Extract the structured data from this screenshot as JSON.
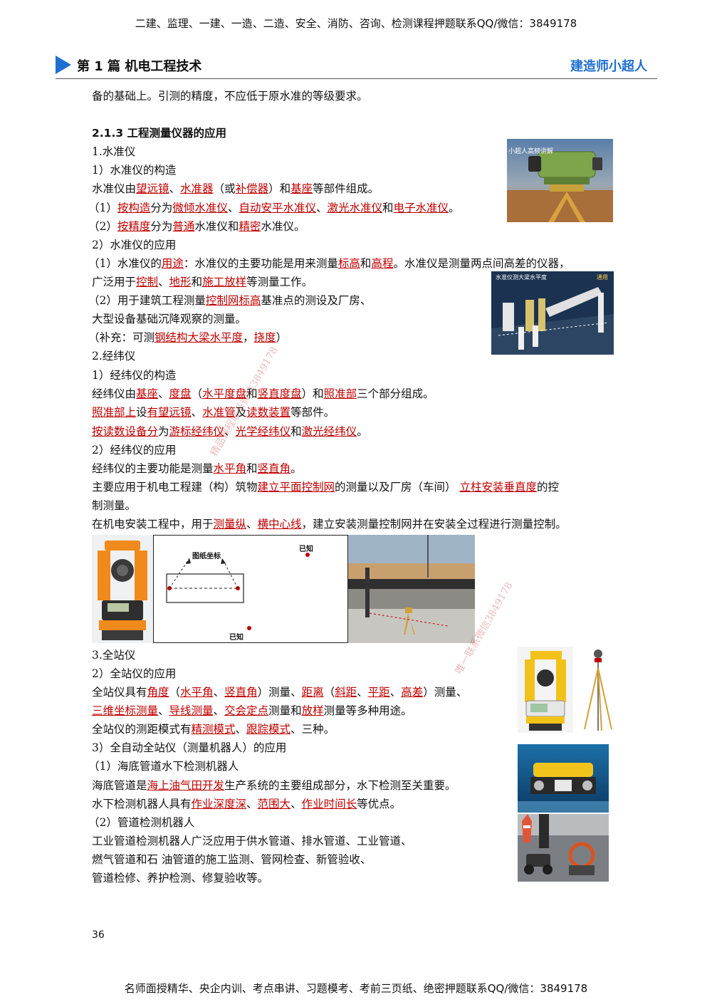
{
  "top_banner": "二建、监理、一建、一造、二造、安全、消防、咨询、检测课程押题联系QQ/微信：3849178",
  "header": {
    "chapter": "第 1 篇  机电工程技术",
    "brand": "建造师小超人"
  },
  "lines": {
    "l1": [
      {
        "t": "备的基础上。引测的精度，不应低于原水准的等级要求。"
      }
    ],
    "section": [
      {
        "t": "2.1.3       工程测量仪器的应用"
      }
    ],
    "l2": [
      {
        "t": "1.水准仪"
      }
    ],
    "l3": [
      {
        "t": "1）水准仪的构造"
      }
    ],
    "l4": [
      {
        "t": "水准仪由"
      },
      {
        "t": "望远镜",
        "h": true
      },
      {
        "t": "、"
      },
      {
        "t": "水准器",
        "h": true
      },
      {
        "t": "（或"
      },
      {
        "t": "补偿器",
        "h": true
      },
      {
        "t": "）和"
      },
      {
        "t": "基座",
        "h": true
      },
      {
        "t": "等部件组成。"
      }
    ],
    "l5": [
      {
        "t": "（1）"
      },
      {
        "t": "按构造",
        "h": true
      },
      {
        "t": "分为"
      },
      {
        "t": "微倾水准仪",
        "h": true
      },
      {
        "t": "、"
      },
      {
        "t": "自动安平水准仪",
        "h": true
      },
      {
        "t": "、"
      },
      {
        "t": "激光水准仪",
        "h": true
      },
      {
        "t": "和"
      },
      {
        "t": "电子水准仪",
        "h": true
      },
      {
        "t": "。"
      }
    ],
    "l6": [
      {
        "t": "（2）"
      },
      {
        "t": "按精度",
        "h": true
      },
      {
        "t": "分为"
      },
      {
        "t": "普通",
        "h": true
      },
      {
        "t": "水准仪和"
      },
      {
        "t": "精密",
        "h": true
      },
      {
        "t": "水准仪。"
      }
    ],
    "l7": [
      {
        "t": "2）水准仪的应用"
      }
    ],
    "l8": [
      {
        "t": "（1）水准仪的"
      },
      {
        "t": "用途",
        "h": true
      },
      {
        "t": "：水准仪的主要功能是用来测量"
      },
      {
        "t": "标高",
        "h": true
      },
      {
        "t": "和"
      },
      {
        "t": "高程",
        "h": true
      },
      {
        "t": "。水准仪是测量两点间高差的仪器，"
      }
    ],
    "l9": [
      {
        "t": "广泛用于"
      },
      {
        "t": "控制",
        "h": true
      },
      {
        "t": "、"
      },
      {
        "t": "地形",
        "h": true
      },
      {
        "t": "和"
      },
      {
        "t": "施工放样",
        "h": true
      },
      {
        "t": "等测量工作。"
      }
    ],
    "l10": [
      {
        "t": "（2）用于建筑工程测量"
      },
      {
        "t": "控制网标高",
        "h": true
      },
      {
        "t": "基准点的测设及厂房、"
      }
    ],
    "l11": [
      {
        "t": "大型设备基础沉降观察的测量。"
      }
    ],
    "l12": [
      {
        "t": "（补充：可测"
      },
      {
        "t": "钢结构大梁水平度",
        "h": true
      },
      {
        "t": "，"
      },
      {
        "t": "挠度",
        "h": true
      },
      {
        "t": "）"
      }
    ],
    "l13": [
      {
        "t": "2.经纬仪"
      }
    ],
    "l14": [
      {
        "t": "1）经纬仪的构造"
      }
    ],
    "l15": [
      {
        "t": "经纬仪由"
      },
      {
        "t": "基座",
        "h": true
      },
      {
        "t": "、"
      },
      {
        "t": "度盘",
        "h": true
      },
      {
        "t": "（"
      },
      {
        "t": "水平度盘",
        "h": true
      },
      {
        "t": "和"
      },
      {
        "t": "竖直度盘",
        "h": true
      },
      {
        "t": "）和"
      },
      {
        "t": "照准部",
        "h": true
      },
      {
        "t": "三个部分组成。"
      }
    ],
    "l16": [
      {
        "t": "照准部上",
        "h": true
      },
      {
        "t": "设"
      },
      {
        "t": "有望远镜",
        "h": true
      },
      {
        "t": "、"
      },
      {
        "t": "水准管",
        "h": true
      },
      {
        "t": "及"
      },
      {
        "t": "读数装置",
        "h": true
      },
      {
        "t": "等部件。"
      }
    ],
    "l17": [
      {
        "t": "按读数设备分",
        "h": true
      },
      {
        "t": "为"
      },
      {
        "t": "游标经纬仪",
        "h": true
      },
      {
        "t": "、"
      },
      {
        "t": "光学经纬仪",
        "h": true
      },
      {
        "t": "和"
      },
      {
        "t": "激光经纬仪",
        "h": true
      },
      {
        "t": "。"
      }
    ],
    "l18": [
      {
        "t": "2）经纬仪的应用"
      }
    ],
    "l19": [
      {
        "t": "经纬仪的主要功能是测量"
      },
      {
        "t": "水平角",
        "h": true
      },
      {
        "t": "和"
      },
      {
        "t": "竖直角",
        "h": true
      },
      {
        "t": "。"
      }
    ],
    "l20": [
      {
        "t": "主要应用于机电工程建（构）筑物"
      },
      {
        "t": "建立平面控制网",
        "h": true
      },
      {
        "t": "的测量以及厂房（车间）  "
      },
      {
        "t": "立柱安装垂直度",
        "h": true
      },
      {
        "t": "的控"
      }
    ],
    "l21": [
      {
        "t": "制测量。"
      }
    ],
    "l22": [
      {
        "t": "在机电安装工程中，用于"
      },
      {
        "t": "测量纵",
        "h": true
      },
      {
        "t": "、"
      },
      {
        "t": "横中心线",
        "h": true
      },
      {
        "t": "，建立安装测量控制网并在安装全过程进行测量控制。"
      }
    ],
    "l23": [
      {
        "t": "3.全站仪"
      }
    ],
    "l24": [
      {
        "t": "2）全站仪的应用"
      }
    ],
    "l25": [
      {
        "t": "全站仪具有"
      },
      {
        "t": "角度",
        "h": true
      },
      {
        "t": "（"
      },
      {
        "t": "水平角",
        "h": true
      },
      {
        "t": "、"
      },
      {
        "t": "竖直角",
        "h": true
      },
      {
        "t": "）测量、"
      },
      {
        "t": "距离",
        "h": true
      },
      {
        "t": "（"
      },
      {
        "t": "斜距",
        "h": true
      },
      {
        "t": "、"
      },
      {
        "t": "平距",
        "h": true
      },
      {
        "t": "、"
      },
      {
        "t": "高差",
        "h": true
      },
      {
        "t": "）测量、"
      }
    ],
    "l26": [
      {
        "t": "三维坐标测量",
        "h": true
      },
      {
        "t": "、"
      },
      {
        "t": "导线测量",
        "h": true
      },
      {
        "t": "、"
      },
      {
        "t": "交会定点",
        "h": true
      },
      {
        "t": "测量和"
      },
      {
        "t": "放样",
        "h": true
      },
      {
        "t": "测量等多种用途。"
      }
    ],
    "l27": [
      {
        "t": "全站仪的测距模式有"
      },
      {
        "t": "精测模式",
        "h": true
      },
      {
        "t": "、"
      },
      {
        "t": "跟踪模式",
        "h": true
      },
      {
        "t": "、三种。"
      }
    ],
    "l28": [
      {
        "t": "3）全自动全站仪（测量机器人）的应用"
      }
    ],
    "l29": [
      {
        "t": "（1）海底管道水下检测机器人"
      }
    ],
    "l30": [
      {
        "t": "海底管道是"
      },
      {
        "t": "海上油气田开发",
        "h": true
      },
      {
        "t": "生产系统的主要组成部分，水下检测至关重要。"
      }
    ],
    "l31": [
      {
        "t": "水下检测机器人具有"
      },
      {
        "t": "作业深度深",
        "h": true
      },
      {
        "t": "、"
      },
      {
        "t": "范围大",
        "h": true
      },
      {
        "t": "、"
      },
      {
        "t": "作业时间长",
        "h": true
      },
      {
        "t": "等优点。"
      }
    ],
    "l32": [
      {
        "t": "（2）管道检测机器人"
      }
    ],
    "l33": [
      {
        "t": "工业管道检测机器人广泛应用于供水管道、排水管道、工业管道、"
      }
    ],
    "l34": [
      {
        "t": "燃气管道和石  油管道的施工监测、管网检查、新管验收、"
      }
    ],
    "l35": [
      {
        "t": "管道检修、养护检测、修复验收等。"
      }
    ]
  },
  "images": {
    "level_caption": "小超人高频讲解",
    "scene_caption": "水准仪测大梁水平度",
    "scene_tag": "通用",
    "diagram_label_top": "图纸坐标",
    "diagram_known_a": "已知",
    "diagram_known_b": "已知"
  },
  "watermarks": {
    "w1": "精品课程联系微信3849178",
    "w2": "唯一联系微信3849178"
  },
  "page_number": "36",
  "bottom_banner": "名师面授精华、央企内训、考点串讲、习题模考、考前三页纸、绝密押题联系QQ/微信：3849178",
  "colors": {
    "accent_blue": "#1f6fd1",
    "highlight_red": "#c00000"
  }
}
